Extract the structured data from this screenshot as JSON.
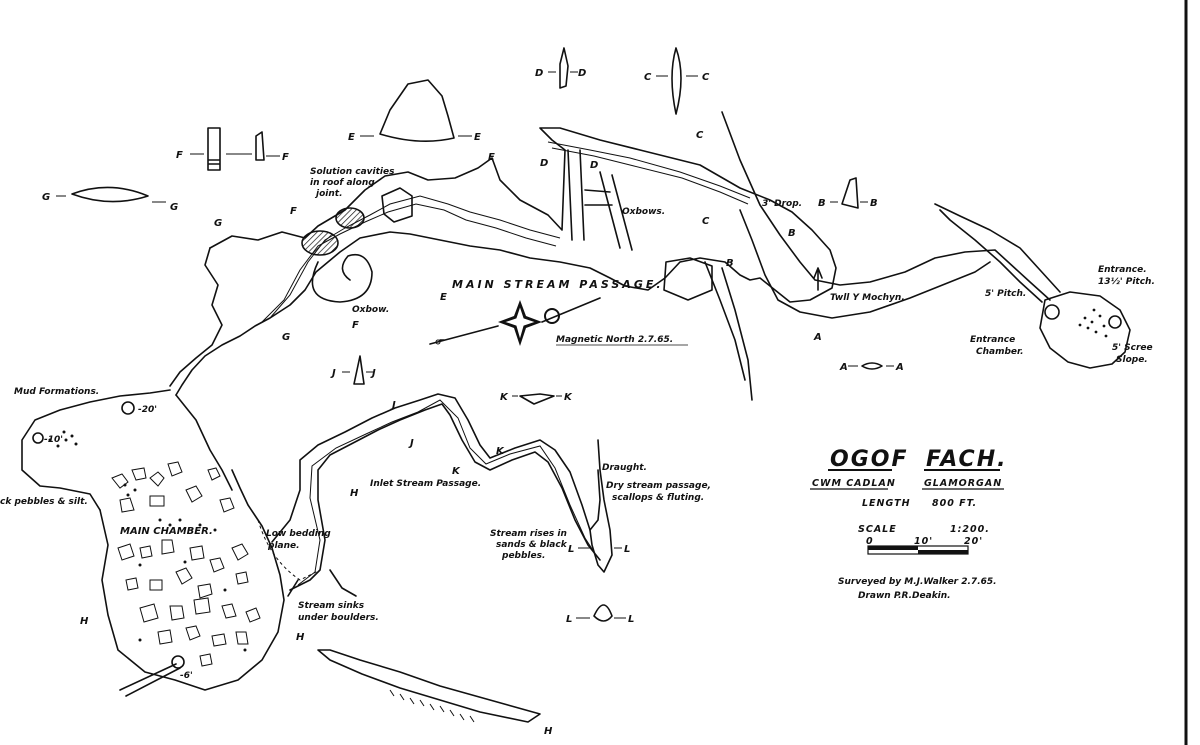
{
  "title_block": {
    "name_part1": "OGOF",
    "name_part2": "FACH.",
    "location_part1": "CWM CADLAN",
    "location_part2": "GLAMORGAN",
    "length_label": "LENGTH",
    "length_value": "800 FT.",
    "scale_label": "SCALE",
    "scale_ratio": "1:200.",
    "scale_ticks": [
      "0",
      "10'",
      "20'"
    ],
    "surveyed_by": "Surveyed by M.J.Walker 2.7.65.",
    "drawn_by": "Drawn P.R.Deakin."
  },
  "north_arrow": {
    "label": "Magnetic North 2.7.65."
  },
  "passages": {
    "main_stream": "MAIN STREAM PASSAGE.",
    "inlet_stream": "Inlet Stream Passage.",
    "main_chamber": "MAIN CHAMBER.",
    "twll": "Twll Y Mochyn.",
    "entrance_chamber": [
      "Entrance",
      "Chamber."
    ]
  },
  "annotations": {
    "solution_cavities": [
      "Solution cavities",
      "in roof along",
      "joint."
    ],
    "oxbow_upper": "Oxbows.",
    "oxbow_lower": "Oxbow.",
    "mud_formations": "Mud Formations.",
    "pebbles_silt": "ck pebbles & silt.",
    "low_bedding": [
      "Low bedding",
      "plane."
    ],
    "stream_sinks": [
      "Stream sinks",
      "under boulders."
    ],
    "stream_rises": [
      "Stream rises in",
      "sands & black",
      "pebbles."
    ],
    "draught": "Draught.",
    "dry_stream": [
      "Dry stream passage,",
      "scallops & fluting."
    ],
    "drop_3": "3' Drop.",
    "pitch_5": "5' Pitch.",
    "entrance_pitch": [
      "Entrance.",
      "13½' Pitch."
    ],
    "scree_slope": [
      "5' Scree",
      "Slope."
    ],
    "depth_20": "-20'",
    "depth_10": "-10'",
    "depth_6": "-6'"
  },
  "section_letters": [
    "A",
    "B",
    "C",
    "D",
    "E",
    "F",
    "G",
    "H",
    "J",
    "K",
    "L"
  ]
}
